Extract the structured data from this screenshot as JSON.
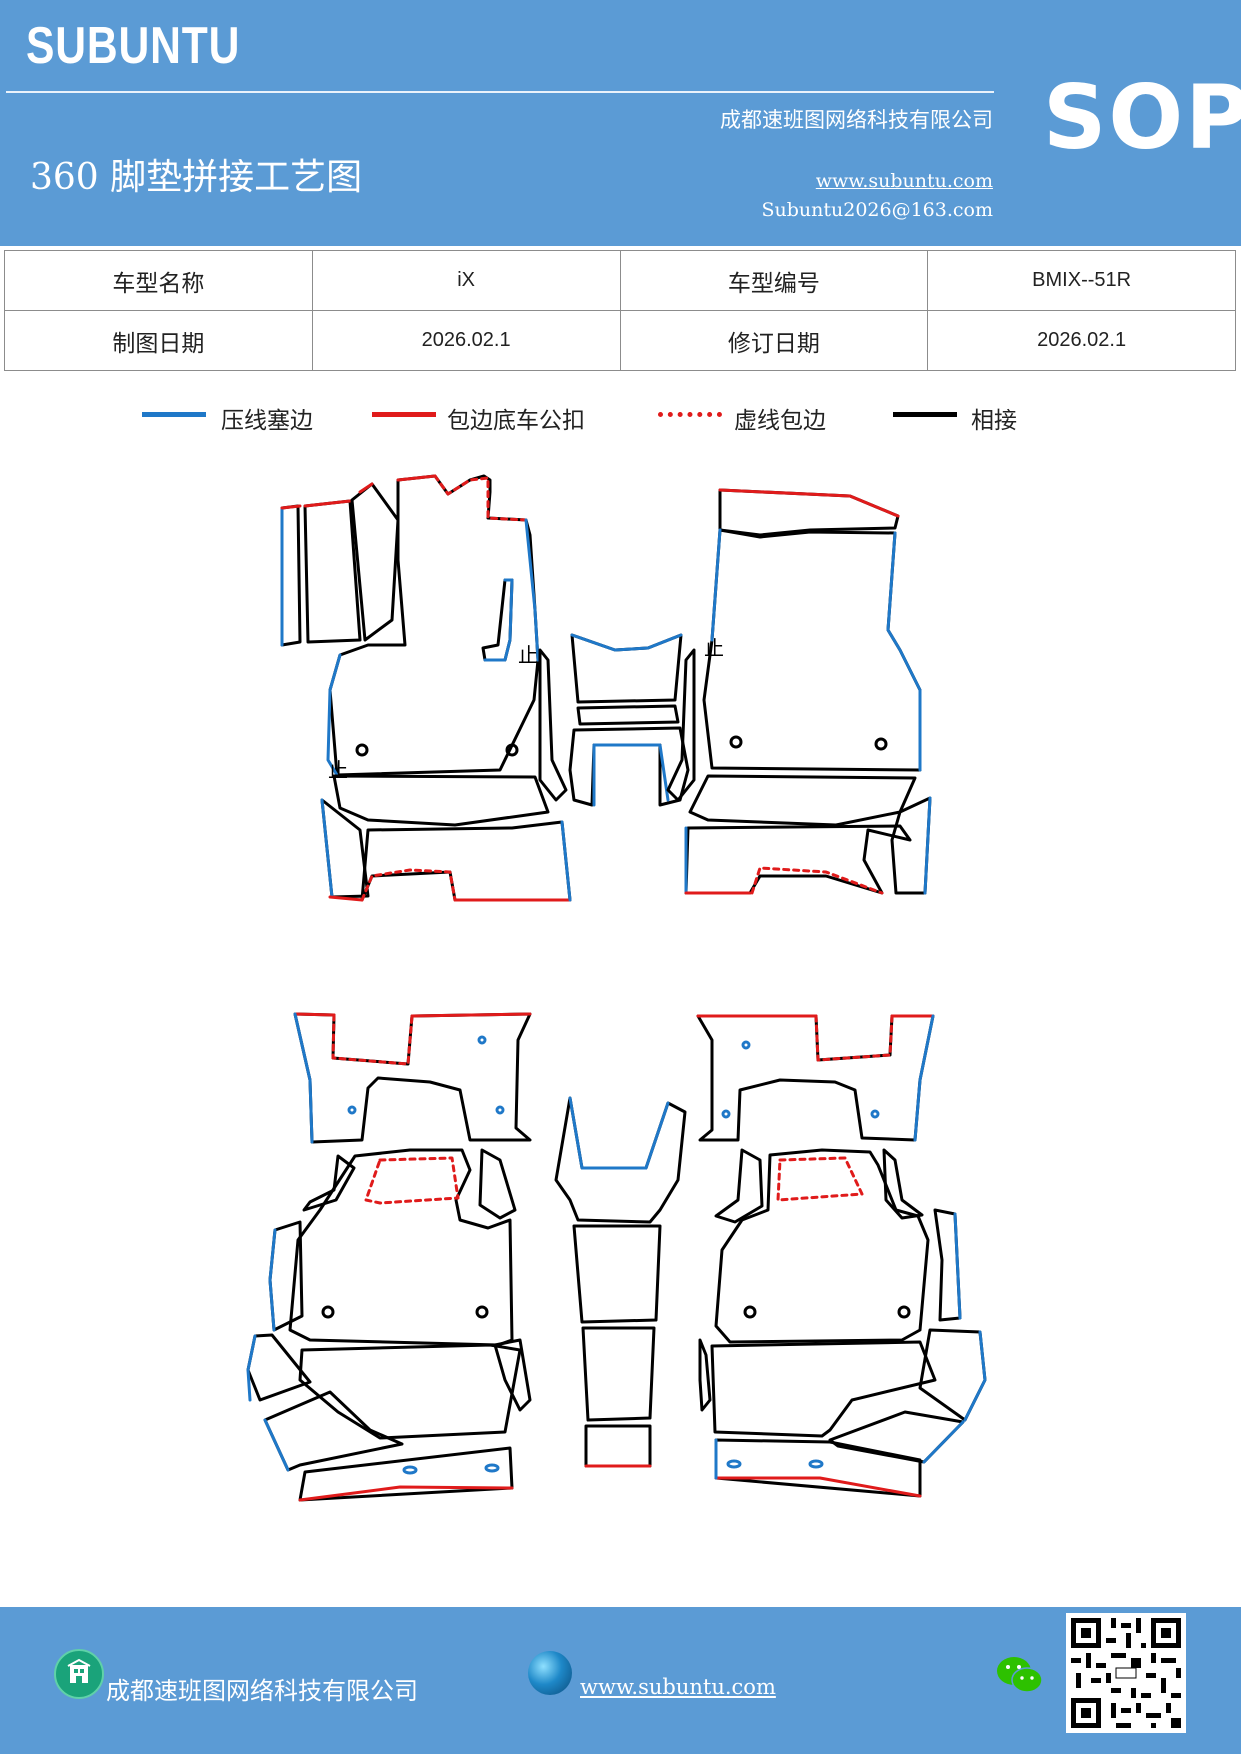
{
  "header": {
    "brand": "SUBUNTU",
    "company": "成都速班图网络科技有限公司",
    "title": "360 脚垫拼接工艺图",
    "website": "www.subuntu.com",
    "email": "Subuntu2026@163.com",
    "badge": "SOP"
  },
  "info": {
    "model_name_label": "车型名称",
    "model_name": "iX",
    "model_code_label": "车型编号",
    "model_code": "BMIX--51R",
    "draw_date_label": "制图日期",
    "draw_date": "2026.02.1",
    "revise_date_label": "修订日期",
    "revise_date": "2026.02.1"
  },
  "legend": [
    {
      "label": "压线塞边",
      "color": "#1f78c8",
      "style": "solid"
    },
    {
      "label": "包边底车公扣",
      "color": "#e01b1b",
      "style": "solid"
    },
    {
      "label": "虚线包边",
      "color": "#e01b1b",
      "style": "dashed"
    },
    {
      "label": "相接",
      "color": "#000000",
      "style": "solid"
    }
  ],
  "diagram": {
    "mark": "止"
  },
  "colors": {
    "header_bg": "#5b9bd5",
    "blue_line": "#1f78c8",
    "red_line": "#e01b1b",
    "black_line": "#000000"
  },
  "footer": {
    "company": "成都速班图网络科技有限公司",
    "website": "www.subuntu.com",
    "icons": [
      "building-icon",
      "globe-icon",
      "wechat-icon",
      "qr-code"
    ]
  }
}
